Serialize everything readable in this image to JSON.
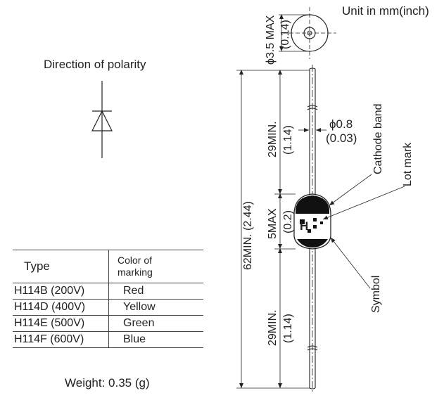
{
  "unit_label": "Unit in mm(inch)",
  "polarity_title": "Direction of polarity",
  "table": {
    "header_type": "Type",
    "header_color_line1": "Color of",
    "header_color_line2": "marking",
    "rows": [
      {
        "type": "H114B (200V)",
        "color": "Red"
      },
      {
        "type": "H114D (400V)",
        "color": "Yellow"
      },
      {
        "type": "H114E (500V)",
        "color": "Green"
      },
      {
        "type": "H114F (600V)",
        "color": "Blue"
      }
    ]
  },
  "weight": "Weight: 0.35 (g)",
  "dimensions": {
    "body_dia": "ϕ3.5 MAX",
    "body_dia_inch": "(0.14)",
    "lead_dia": "ϕ0.8",
    "lead_dia_inch": "(0.03)",
    "total_length": "62MIN. (2.44)",
    "lead_top": "29MIN.",
    "lead_top_inch": "(1.14)",
    "body_len": "5MAX",
    "body_len_inch": "(0.2)",
    "lead_bottom": "29MIN.",
    "lead_bottom_inch": "(1.14)"
  },
  "callouts": {
    "cathode_band": "Cathode band",
    "lot_mark": "Lot mark",
    "symbol": "Symbol"
  },
  "marking_text": "H"
}
